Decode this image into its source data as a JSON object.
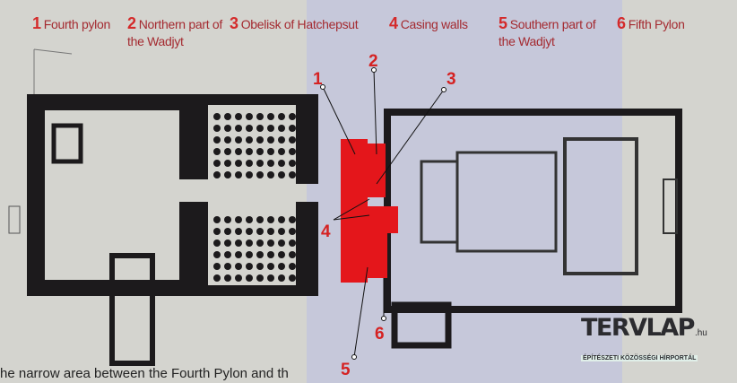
{
  "legend": [
    {
      "number": "1",
      "label": "Fourth pylon"
    },
    {
      "number": "2",
      "label": "Northern part of the Wadjyt"
    },
    {
      "number": "3",
      "label": "Obelisk of Hatchepsut"
    },
    {
      "number": "4",
      "label": "Casing walls"
    },
    {
      "number": "5",
      "label": "Southern part of the Wadjyt"
    },
    {
      "number": "6",
      "label": "Fifth Pylon"
    }
  ],
  "markers": [
    "1",
    "2",
    "3",
    "4",
    "5",
    "6"
  ],
  "caption": "he narrow area between the Fourth Pylon and th",
  "logo": {
    "name": "TERVLAP",
    "tld": ".hu",
    "tagline": "ÉPÍTÉSZETI KÖZÖSSÉGI HÍRPORTÁL"
  },
  "colors": {
    "highlight": "#e4161b",
    "walls": "#1c1a1c",
    "label": "#d52222"
  }
}
